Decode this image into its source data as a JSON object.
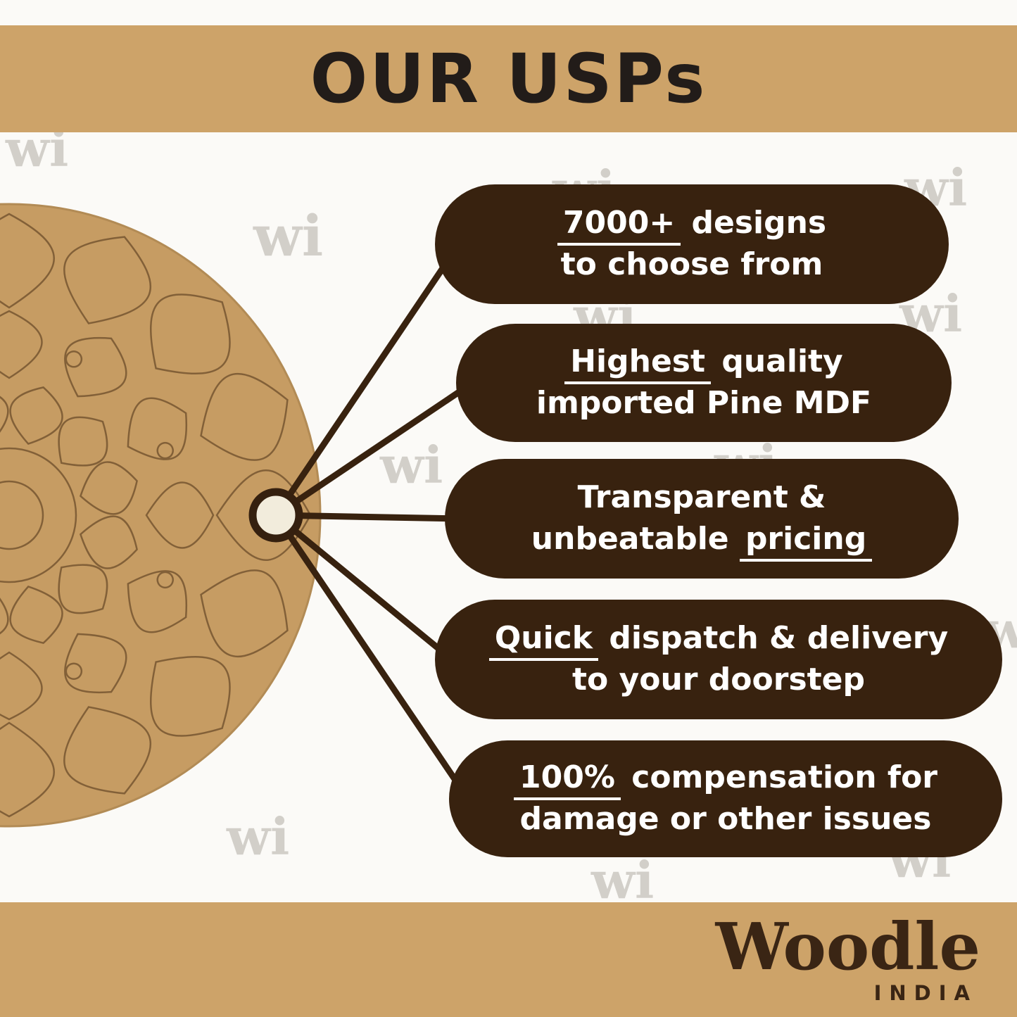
{
  "header": {
    "title": "OUR USPs"
  },
  "watermark": {
    "text": "wi"
  },
  "usps": [
    {
      "line1_u": "7000+",
      "line1_t": " designs",
      "line2_t": "to choose from"
    },
    {
      "line1_u": "Highest",
      "line1_t": " quality",
      "line2_t": "imported Pine MDF"
    },
    {
      "line1_t": "Transparent &",
      "line2_pre": "unbeatable ",
      "line2_u": "pricing"
    },
    {
      "line1_u": "Quick",
      "line1_t": " dispatch & delivery",
      "line2_t": "to your doorstep"
    },
    {
      "line1_u": "100%",
      "line1_t": " compensation for",
      "line2_t": "damage or other issues"
    }
  ],
  "brand": {
    "name": "Woodle",
    "country": "INDIA"
  },
  "colors": {
    "band": "#cda369",
    "pill": "#38220f",
    "wood": "#c69c63",
    "wood_line": "#826038",
    "background": "#fbfaf7",
    "text_dark": "#221c19",
    "hub_fill": "#f2ecdc"
  }
}
